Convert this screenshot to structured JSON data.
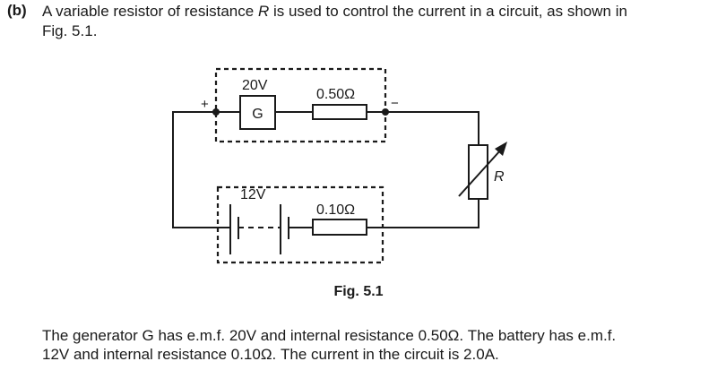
{
  "question": {
    "part_label": "(b)",
    "text_before_var": "A variable resistor of resistance ",
    "variable": "R",
    "text_after_var": " is used to control the current in a circuit, as shown in",
    "text_line2": "Fig. 5.1."
  },
  "circuit": {
    "generator": {
      "label": "G",
      "emf_label": "20V",
      "internal_resistance_label": "0.50Ω",
      "positive_terminal": "+",
      "negative_terminal": "−"
    },
    "battery": {
      "emf_label": "12V",
      "internal_resistance_label": "0.10Ω"
    },
    "variable_resistor": {
      "label": "R"
    }
  },
  "figure": {
    "caption": "Fig. 5.1"
  },
  "info": {
    "line1": "The generator G has e.m.f. 20V and internal resistance 0.50Ω. The battery has e.m.f.",
    "line2": "12V and internal resistance 0.10Ω. The current in the circuit is 2.0A."
  }
}
